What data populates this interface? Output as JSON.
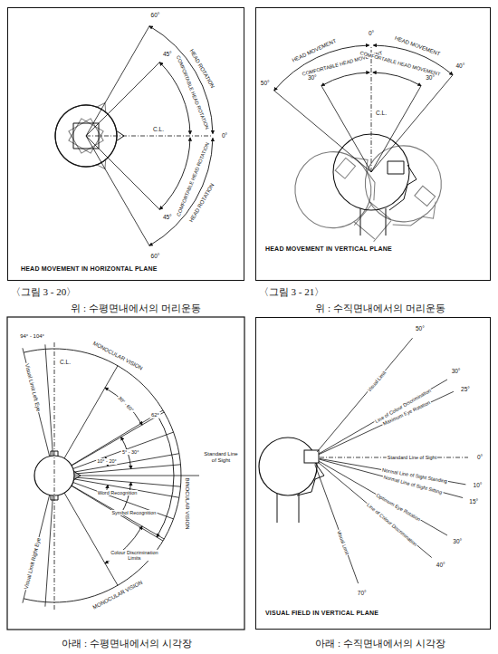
{
  "diagram": {
    "nodes": [
      {
        "text": [
          "HEAD MOVEMENT IN HORIZONTAL PLANE"
        ]
      },
      {
        "text": [
          "HEAD MOVEMENT IN VERTICAL PLANE"
        ]
      },
      {
        "text": [
          "VISUAL FIELD IN VERTICAL PLANE"
        ]
      }
    ],
    "labels": [
      "C.L.",
      "HEAD ROTATION",
      "COMFORTABLE HEAD ROTATION",
      "HEAD ROTATION",
      "COMFORTABLE HEAD ROTATION",
      "60°",
      "45°",
      "0°",
      "45°",
      "60°",
      "C.L.",
      "HEAD MOVEMENT",
      "COMFORTABLE HEAD MOVEMENT",
      "HEAD MOVEMENT",
      "COMFORTABLE HEAD MOVEMENT",
      "50°",
      "30°",
      "0°",
      "30°",
      "40°",
      "C.L.",
      "Visual Limit Left Eye",
      "Visual Limit Right Eye",
      "MONOCULAR VISION",
      "BINOCULAR VISION",
      "MONOCULAR VISION",
      "Standard Line of Sight",
      "94° - 104°",
      "62°",
      "30° - 60°",
      "10° - 20°",
      "5° - 30°",
      "Word Recognition",
      "Symbol Recognition",
      "Colour Discrimination Limits",
      "Visual Limit",
      "50°",
      "Line of Colour Discrimination",
      "30°",
      "Maximum Eye Rotation",
      "25°",
      "Standard Line of Sight",
      "0°",
      "Normal Line of Sight Standing",
      "10°",
      "Normal Line of Sight Sitting",
      "15°",
      "Optimum Eye Rotation",
      "30°",
      "Line of Colour Discrimination",
      "40°",
      "Visual Limit",
      "70°",
      "〈그림 3 - 20〉",
      "위 : 수평면내에서의 머리운동",
      "〈그림 3 - 21〉",
      "위 : 수직면내에서의 머리운동",
      "아래 : 수평면내에서의 시각장",
      "아래 : 수직면내에서의 시각장"
    ]
  }
}
